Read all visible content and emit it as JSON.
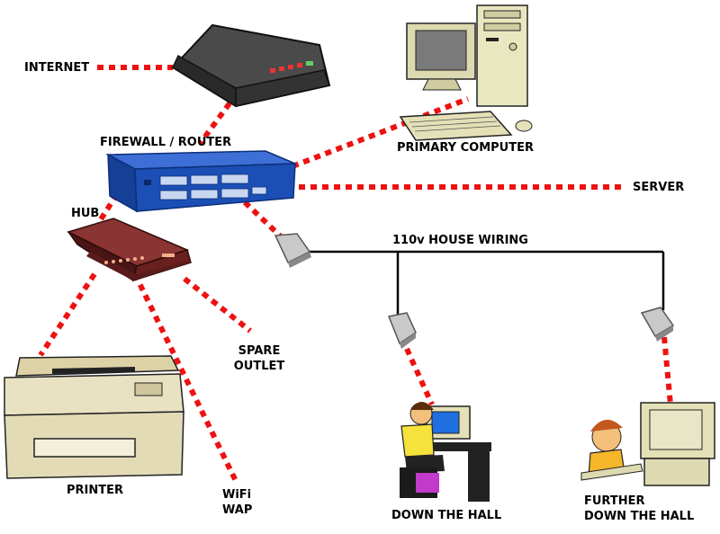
{
  "labels": {
    "internet": "INTERNET",
    "firewall_router": "FIREWALL / ROUTER",
    "primary_computer": "PRIMARY COMPUTER",
    "server": "SERVER",
    "hub": "HUB",
    "house_wiring": "110v HOUSE WIRING",
    "spare_outlet_1": "SPARE",
    "spare_outlet_2": "OUTLET",
    "printer": "PRINTER",
    "wifi_1": "WiFi",
    "wifi_2": "WAP",
    "down_the_hall": "DOWN THE HALL",
    "further_1": "FURTHER",
    "further_2": "DOWN THE HALL"
  },
  "colors": {
    "link": "#ee1111",
    "wire": "#000000",
    "router_blue": "#1c4fb5",
    "hub_maroon": "#6b2020",
    "modem_gray": "#4a4a4a",
    "beige": "#e9e2c2"
  },
  "icons": [
    "modem-icon",
    "router-icon",
    "hub-icon",
    "computer-icon",
    "printer-icon",
    "powerline-adapter-icon",
    "child-at-computer-icon"
  ]
}
